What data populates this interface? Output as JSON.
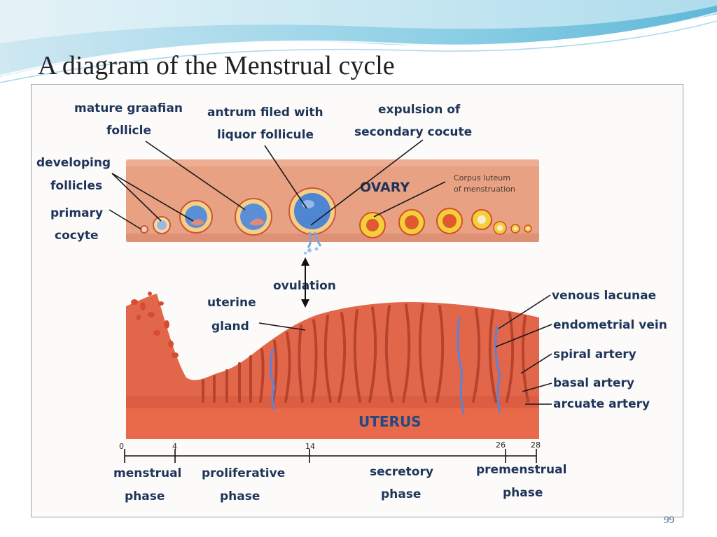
{
  "slide": {
    "title": "A diagram of the Menstrual cycle",
    "page_number": "99"
  },
  "diagram": {
    "ovary_label": "OVARY",
    "uterus_label": "UTERUS",
    "ovary_annotations": {
      "mature_line1": "mature graafian",
      "mature_line2": "follicle",
      "antrum_line1": "antrum filed with",
      "antrum_line2": "liquor follicule",
      "expulsion_line1": "expulsion of",
      "expulsion_line2": "secondary cocute",
      "developing_line1": "developing",
      "developing_line2": "follicles",
      "primary_line1": "primary",
      "primary_line2": "cocyte",
      "corpus_line1": "Corpus luteum",
      "corpus_line2": "of menstruation",
      "ovulation": "ovulation"
    },
    "uterus_annotations": {
      "gland_line1": "uterine",
      "gland_line2": "gland",
      "venous_lacunae": "venous lacunae",
      "endometrial_vein": "endometrial vein",
      "spiral_artery": "spiral artery",
      "basal_artery": "basal artery",
      "arcuate_artery": "arcuate artery"
    },
    "timeline": {
      "day_ticks": [
        "0",
        "4",
        "14",
        "26",
        "28"
      ],
      "phases": {
        "menstrual_line1": "menstrual",
        "menstrual_line2": "phase",
        "proliferative_line1": "proliferative",
        "proliferative_line2": "phase",
        "secretory_line1": "secretory",
        "secretory_line2": "phase",
        "premenstrual_line1": "premenstrual",
        "premenstrual_line2": "phase"
      }
    },
    "colors": {
      "ovary_tissue": "#e9a184",
      "uterus_tissue": "#e2674a",
      "label_text": "#1e3559",
      "follicle_blue": "#5a8fd8",
      "corpus_yellow": "#f2d03a"
    }
  }
}
